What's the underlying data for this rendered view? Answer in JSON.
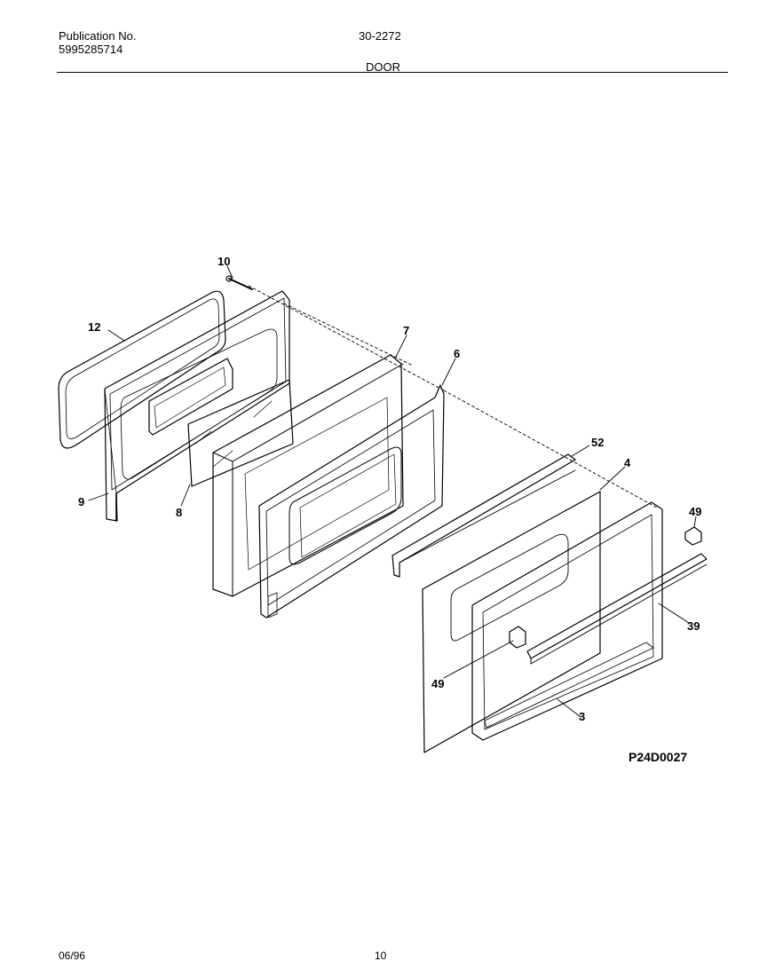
{
  "header": {
    "publication_label": "Publication No.",
    "publication_number": "5995285714",
    "model_number": "30-2272",
    "section_title": "DOOR"
  },
  "diagram": {
    "part_callouts": [
      "10",
      "12",
      "7",
      "6",
      "9",
      "8",
      "52",
      "4",
      "49",
      "39",
      "49",
      "3"
    ],
    "drawing_code": "P24D0027"
  },
  "footer": {
    "date": "06/96",
    "page": "10"
  }
}
